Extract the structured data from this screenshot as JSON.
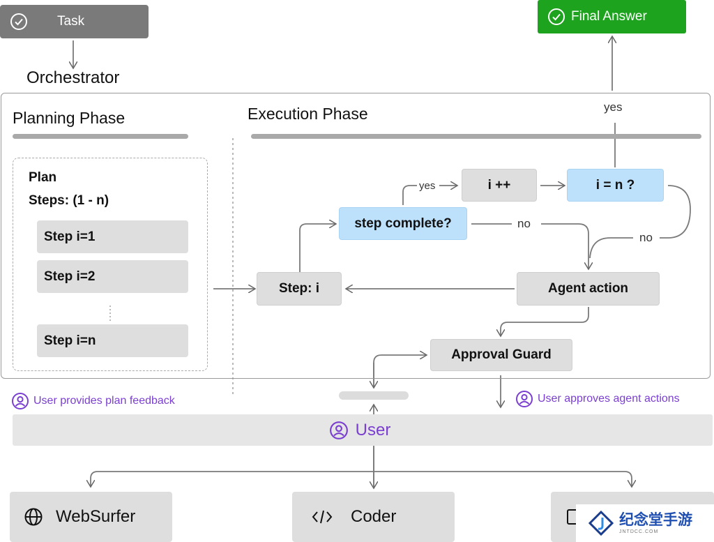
{
  "task": {
    "label": "Task"
  },
  "orchestrator": {
    "label": "Orchestrator"
  },
  "final_answer": {
    "label": "Final Answer"
  },
  "planning": {
    "title": "Planning Phase",
    "plan_label": "Plan",
    "steps_label": "Steps: (1 - n)",
    "steps": [
      "Step i=1",
      "Step i=2",
      "Step i=n"
    ]
  },
  "execution": {
    "title": "Execution Phase",
    "step_i": "Step: i",
    "step_complete": "step complete?",
    "i_inc": "i ++",
    "i_eq_n": "i = n ?",
    "agent_action": "Agent action",
    "approval_guard": "Approval Guard",
    "labels": {
      "yes_top": "yes",
      "yes_mid": "yes",
      "no_mid": "no",
      "no_right": "no"
    }
  },
  "user_notes": {
    "plan_feedback": "User  provides plan feedback",
    "approves": "User  approves agent actions"
  },
  "user_bar": {
    "label": "User"
  },
  "agents": [
    "WebSurfer",
    "Coder"
  ],
  "watermark": {
    "text": "纪念堂手游",
    "sub": "JNTDCC.COM"
  },
  "colors": {
    "final_answer": "#1da31d",
    "task": "#7a7a7a",
    "blue": "#bde0fb",
    "gray": "#dedede",
    "purple": "#7a3fd0"
  }
}
